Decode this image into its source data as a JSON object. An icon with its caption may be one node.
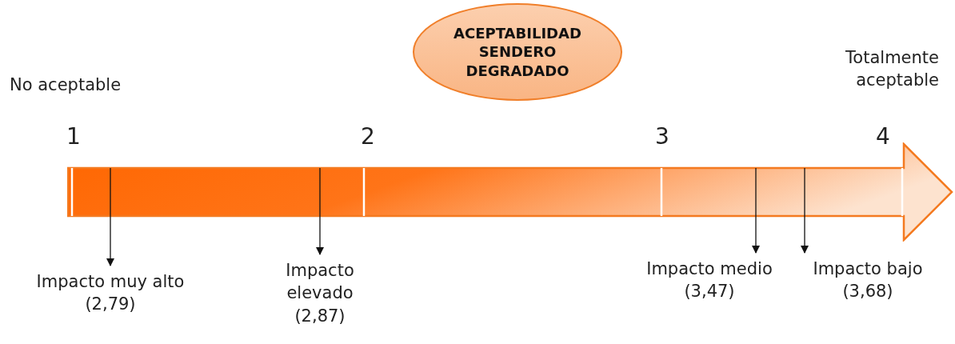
{
  "diagram": {
    "nodes": [
      {
        "text": [
          "ACEPTABILIDAD SENDERO DEGRADADO"
        ]
      },
      {
        "text": [],
        "shape": "arrow"
      },
      {
        "text": [
          "Impacto muy alto (2,79)"
        ]
      },
      {
        "text": [
          "Impacto elevado (2,87)"
        ]
      },
      {
        "text": [
          "Impacto medio (3,47)"
        ]
      },
      {
        "text": [
          "Impacto bajo (3,68)"
        ]
      }
    ],
    "edges": [
      {
        "from": 1,
        "to": 2,
        "arrow": "to"
      },
      {
        "from": 1,
        "to": 3,
        "arrow": "to"
      },
      {
        "from": 1,
        "to": 4,
        "arrow": "to"
      },
      {
        "from": 1,
        "to": 5,
        "arrow": "to"
      }
    ],
    "labels": [
      "No aceptable",
      "Totalmente aceptable",
      "1",
      "2",
      "3",
      "4"
    ]
  }
}
